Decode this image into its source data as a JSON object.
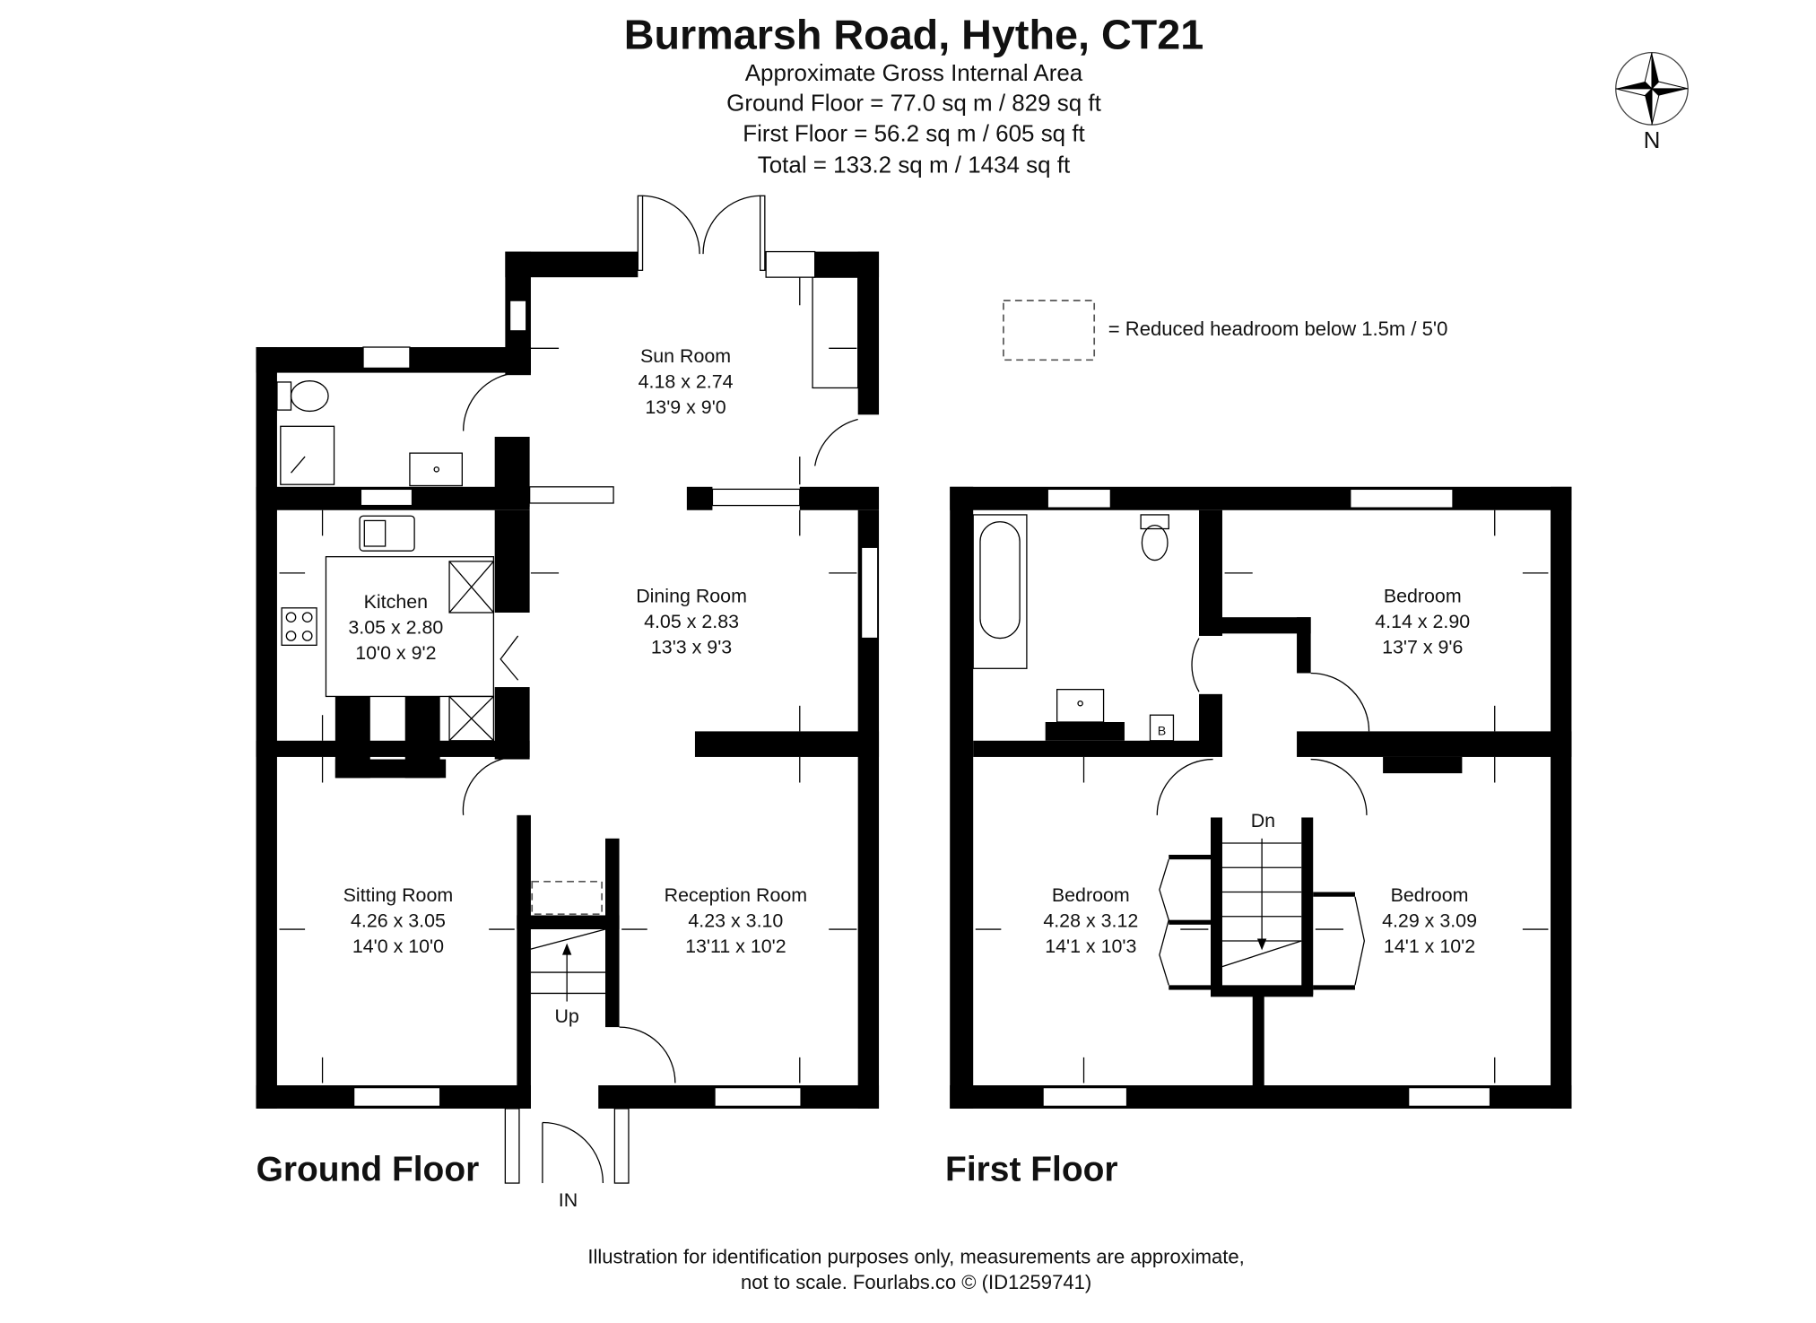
{
  "header": {
    "title": "Burmarsh Road, Hythe, CT21",
    "area_heading": "Approximate Gross Internal Area",
    "ground_floor_area": "Ground Floor = 77.0 sq m / 829 sq ft",
    "first_floor_area": "First Floor = 56.2 sq m / 605 sq ft",
    "total_area": "Total = 133.2 sq m / 1434 sq ft"
  },
  "compass": {
    "label": "N",
    "icon": "compass-rose-icon"
  },
  "legend": {
    "text": "= Reduced headroom below 1.5m / 5'0",
    "symbol": "dashed-rectangle"
  },
  "ground_floor": {
    "label": "Ground Floor",
    "rooms": [
      {
        "name": "Sun Room",
        "metric": "4.18 x 2.74",
        "imperial": "13'9 x 9'0"
      },
      {
        "name": "Kitchen",
        "metric": "3.05 x 2.80",
        "imperial": "10'0 x 9'2"
      },
      {
        "name": "Dining Room",
        "metric": "4.05 x 2.83",
        "imperial": "13'3 x 9'3"
      },
      {
        "name": "Sitting Room",
        "metric": "4.26 x 3.05",
        "imperial": "14'0 x 10'0"
      },
      {
        "name": "Reception Room",
        "metric": "4.23 x 3.10",
        "imperial": "13'11 x 10'2"
      }
    ],
    "stairs_label": "Up",
    "entrance_label": "IN"
  },
  "first_floor": {
    "label": "First Floor",
    "rooms": [
      {
        "name": "Bedroom",
        "metric": "4.14 x 2.90",
        "imperial": "13'7 x 9'6"
      },
      {
        "name": "Bedroom",
        "metric": "4.28 x 3.12",
        "imperial": "14'1 x 10'3"
      },
      {
        "name": "Bedroom",
        "metric": "4.29 x 3.09",
        "imperial": "14'1 x 10'2"
      }
    ],
    "stairs_label": "Dn",
    "boiler_label": "B"
  },
  "footer": {
    "line1": "Illustration for identification purposes only, measurements are approximate,",
    "line2": "not to scale. Fourlabs.co © (ID1259741)"
  }
}
